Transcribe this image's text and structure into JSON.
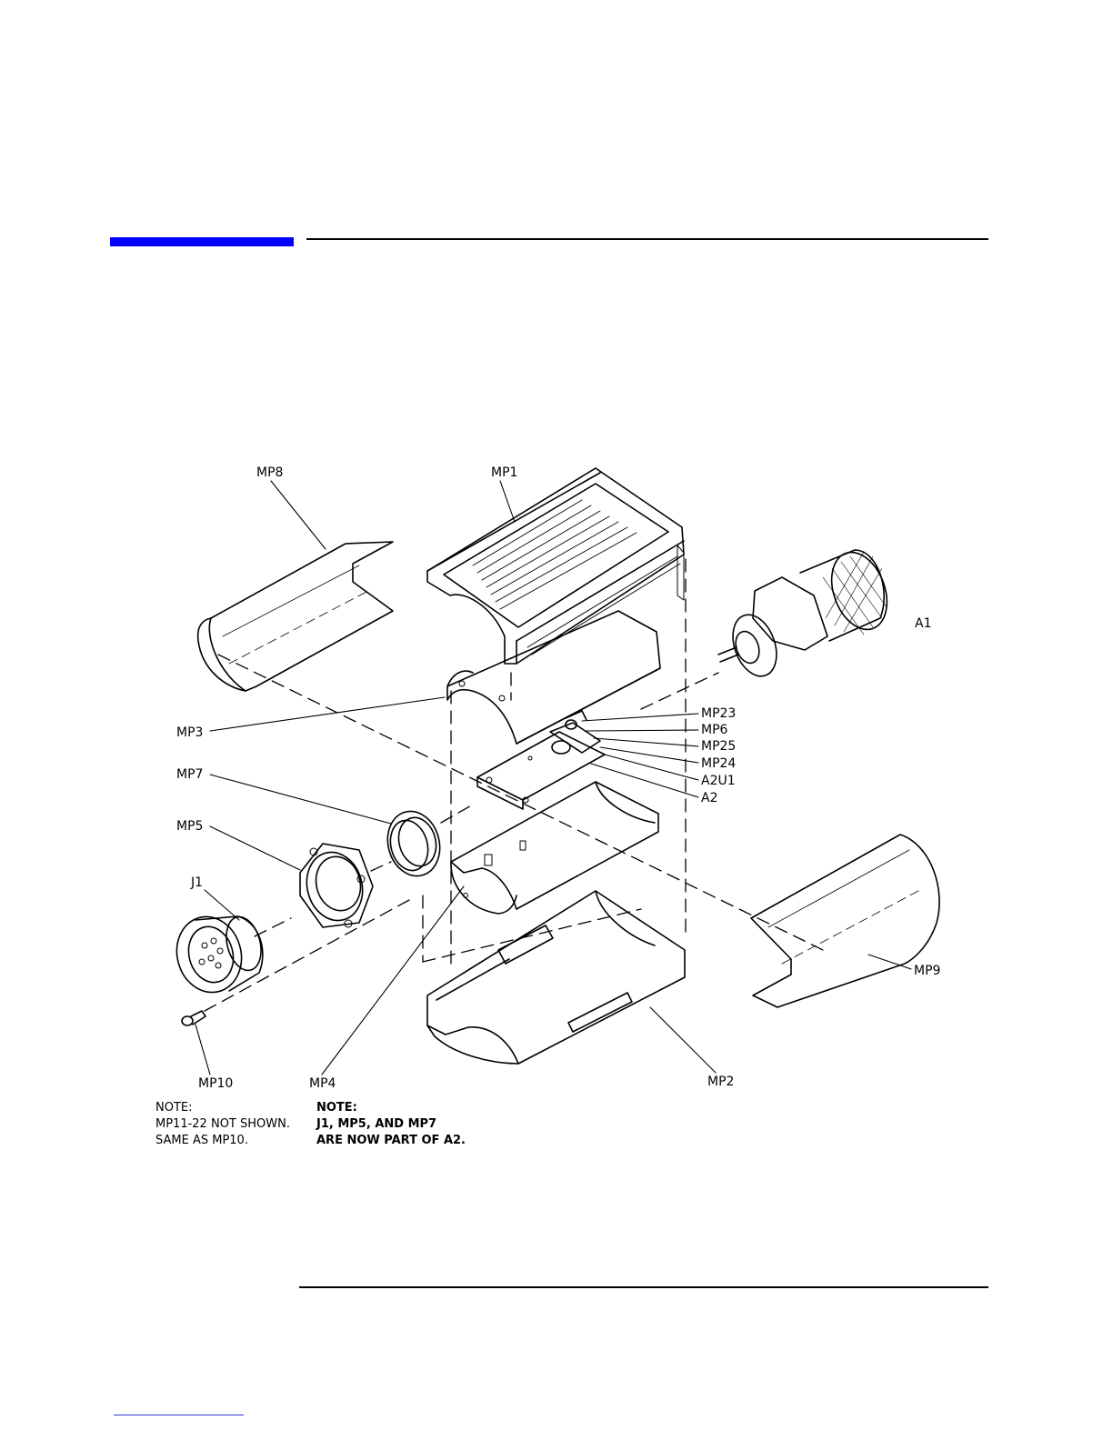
{
  "colors": {
    "accent_bar": "#0000ff",
    "footer_link": "#3333cc",
    "ink": "#000000"
  },
  "labels": {
    "mp8": "MP8",
    "mp1": "MP1",
    "a1": "A1",
    "mp3": "MP3",
    "mp23": "MP23",
    "mp6": "MP6",
    "mp25": "MP25",
    "mp24": "MP24",
    "a2u1": "A2U1",
    "a2": "A2",
    "mp7": "MP7",
    "mp5": "MP5",
    "j1": "J1",
    "mp9": "MP9",
    "mp10": "MP10",
    "mp4": "MP4",
    "mp2": "MP2"
  },
  "note_left": {
    "heading": "NOTE:",
    "line1": "MP11-22 NOT SHOWN.",
    "line2": "SAME AS MP10."
  },
  "note_right": {
    "heading": "NOTE:",
    "line1": "J1, MP5, AND MP7",
    "line2": "ARE NOW PART OF A2."
  }
}
